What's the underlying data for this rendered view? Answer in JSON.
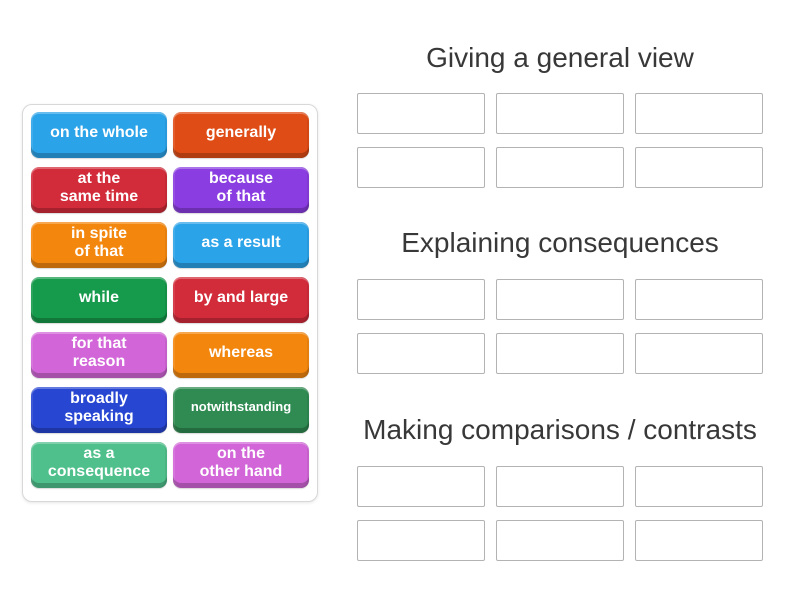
{
  "groups": [
    {
      "title": "Giving a general view"
    },
    {
      "title": "Explaining consequences"
    },
    {
      "title": "Making comparisons / contrasts"
    }
  ],
  "tiles": [
    {
      "label": "on the whole",
      "color": "#2ba3e8"
    },
    {
      "label": "generally",
      "color": "#e04c15"
    },
    {
      "label": "at the\nsame time",
      "color": "#d22b3a"
    },
    {
      "label": "because\nof that",
      "color": "#8a3de0"
    },
    {
      "label": "in spite\nof that",
      "color": "#f3860d"
    },
    {
      "label": "as a result",
      "color": "#2ba3e8"
    },
    {
      "label": "while",
      "color": "#169a4b"
    },
    {
      "label": "by and large",
      "color": "#d22b3a"
    },
    {
      "label": "for that\nreason",
      "color": "#d266d8"
    },
    {
      "label": "whereas",
      "color": "#f3860d"
    },
    {
      "label": "broadly\nspeaking",
      "color": "#2746d2"
    },
    {
      "label": "notwithstanding",
      "color": "#2f8b51"
    },
    {
      "label": "as a\nconsequence",
      "color": "#4fc08c"
    },
    {
      "label": "on the\nother hand",
      "color": "#d266d8"
    }
  ]
}
